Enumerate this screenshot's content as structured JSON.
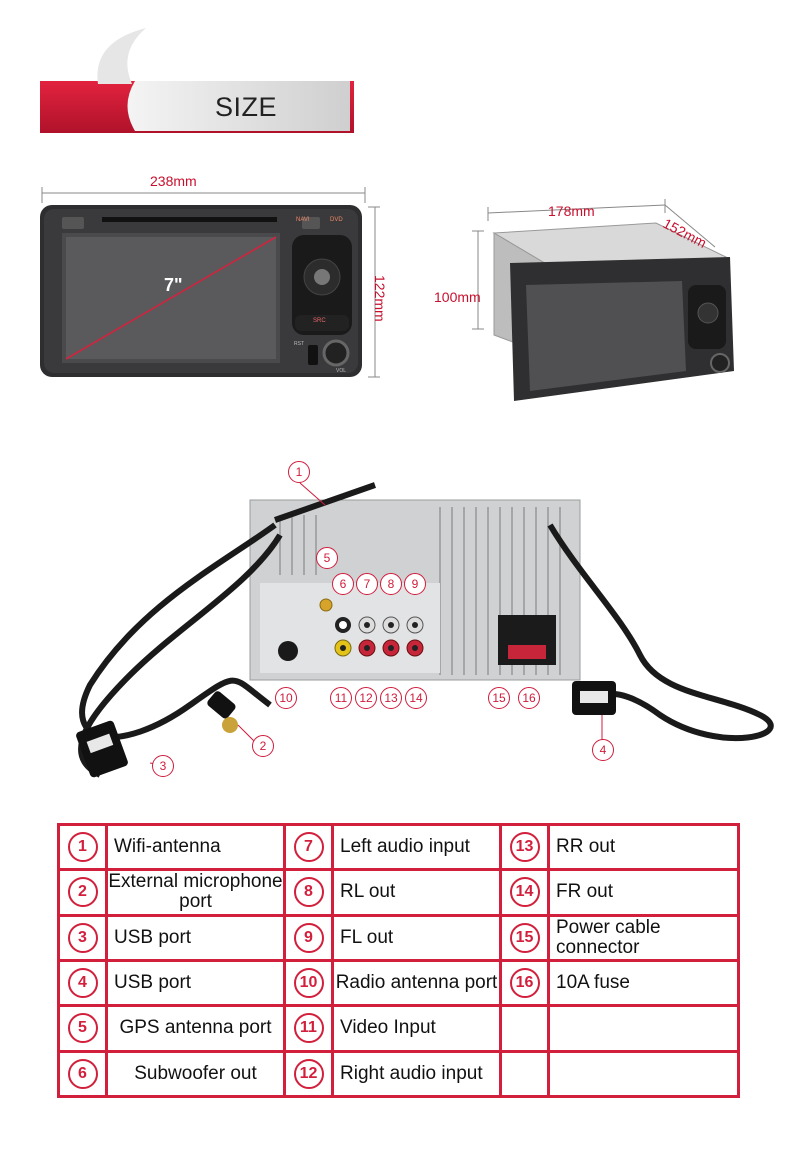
{
  "banner": {
    "title": "SIZE"
  },
  "front_view": {
    "width_label": "238mm",
    "height_label": "122mm",
    "screen_size_label": "7\"",
    "buttons": [
      "NAVI",
      "DVD",
      "SRC",
      "RST",
      "VOL"
    ]
  },
  "side_view": {
    "width_label": "178mm",
    "depth_label": "152mm",
    "height_label": "100mm"
  },
  "back_panel": {
    "callouts": [
      "1",
      "2",
      "3",
      "4",
      "5",
      "6",
      "7",
      "8",
      "9",
      "10",
      "11",
      "12",
      "13",
      "14",
      "15",
      "16"
    ]
  },
  "table": {
    "rows": [
      [
        {
          "num": "1",
          "label": "Wifi-antenna"
        },
        {
          "num": "7",
          "label": "Left audio input"
        },
        {
          "num": "13",
          "label": "RR out"
        }
      ],
      [
        {
          "num": "2",
          "label": "External microphone port"
        },
        {
          "num": "8",
          "label": "RL out"
        },
        {
          "num": "14",
          "label": "FR out"
        }
      ],
      [
        {
          "num": "3",
          "label": "USB port"
        },
        {
          "num": "9",
          "label": "FL out"
        },
        {
          "num": "15",
          "label": "Power cable connector"
        }
      ],
      [
        {
          "num": "4",
          "label": "USB port"
        },
        {
          "num": "10",
          "label": "Radio antenna port"
        },
        {
          "num": "16",
          "label": "10A fuse"
        }
      ],
      [
        {
          "num": "5",
          "label": "GPS antenna port"
        },
        {
          "num": "11",
          "label": "Video Input"
        },
        {
          "num": "",
          "label": ""
        }
      ],
      [
        {
          "num": "6",
          "label": "Subwoofer out"
        },
        {
          "num": "12",
          "label": "Right audio input"
        },
        {
          "num": "",
          "label": ""
        }
      ]
    ]
  }
}
